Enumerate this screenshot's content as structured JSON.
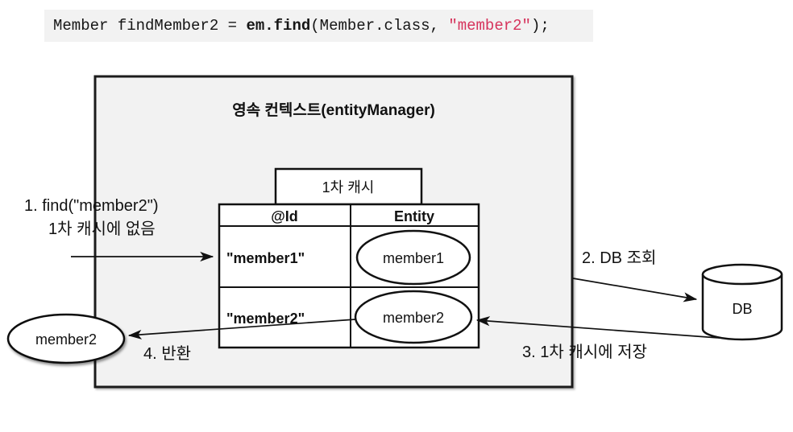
{
  "code": {
    "part1": "Member findMember2 = ",
    "part2": "em.find",
    "part3": "(Member.class, ",
    "part4": "\"member2\"",
    "part5": ");"
  },
  "diagram": {
    "container_title": "영속 컨텍스트(entityManager)",
    "cache_label": "1차 캐시",
    "table": {
      "headers": [
        "@Id",
        "Entity"
      ],
      "rows": [
        {
          "id": "\"member1\"",
          "entity": "member1"
        },
        {
          "id": "\"member2\"",
          "entity": "member2"
        }
      ]
    },
    "result_entity": "member2",
    "db_label": "DB",
    "steps": {
      "step1_line1": "1. find(\"member2\")",
      "step1_line2": "1차 캐시에 없음",
      "step2": "2. DB 조회",
      "step3": "3. 1차 캐시에 저장",
      "step4": "4. 반환"
    }
  },
  "colors": {
    "string_red": "#d6335c",
    "panel_gray": "#f2f2f2",
    "line_black": "#111111"
  }
}
